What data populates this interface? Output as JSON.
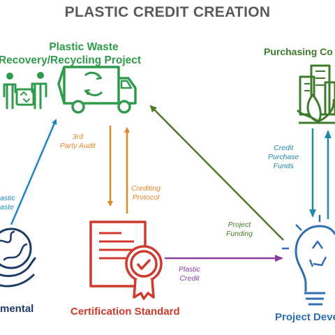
{
  "title": "PLASTIC CREDIT CREATION",
  "nodes": {
    "recycling_project": {
      "line1": "Plastic Waste",
      "line2": "Recovery/Recycling Project"
    },
    "purchasing": "Purchasing Co",
    "certification": "Certification Standard",
    "developer": "Project Deve",
    "environmental": "mental"
  },
  "edges": {
    "third_party_audit": {
      "line1": "3rd",
      "line2": "Party Audit"
    },
    "crediting_protocol": {
      "line1": "Crediting",
      "line2": "Protocol"
    },
    "project_funding": {
      "line1": "Project",
      "line2": "Funding"
    },
    "plastic_credit": {
      "line1": "Plastic",
      "line2": "Credit"
    },
    "credit_purchase_funds": {
      "line1": "Credit",
      "line2": "Purchase",
      "line3": "Funds"
    },
    "plastic_waste": {
      "line1": "astic",
      "line2": "aste"
    }
  },
  "colors": {
    "recycling": "#2f9a4b",
    "orange": "#e0862a",
    "blue": "#1c86c4",
    "olive": "#4d7a28",
    "purple": "#8b3aa0",
    "teal": "#1e8aa8",
    "red": "#cf3a2e",
    "navy": "#1d3a66",
    "dev_blue": "#2f6fb0"
  },
  "icons": [
    "people-with-bin-icon",
    "recycling-truck-icon",
    "city-buildings-leaf-icon",
    "certificate-icon",
    "lightbulb-recycle-icon",
    "globe-hand-icon"
  ]
}
